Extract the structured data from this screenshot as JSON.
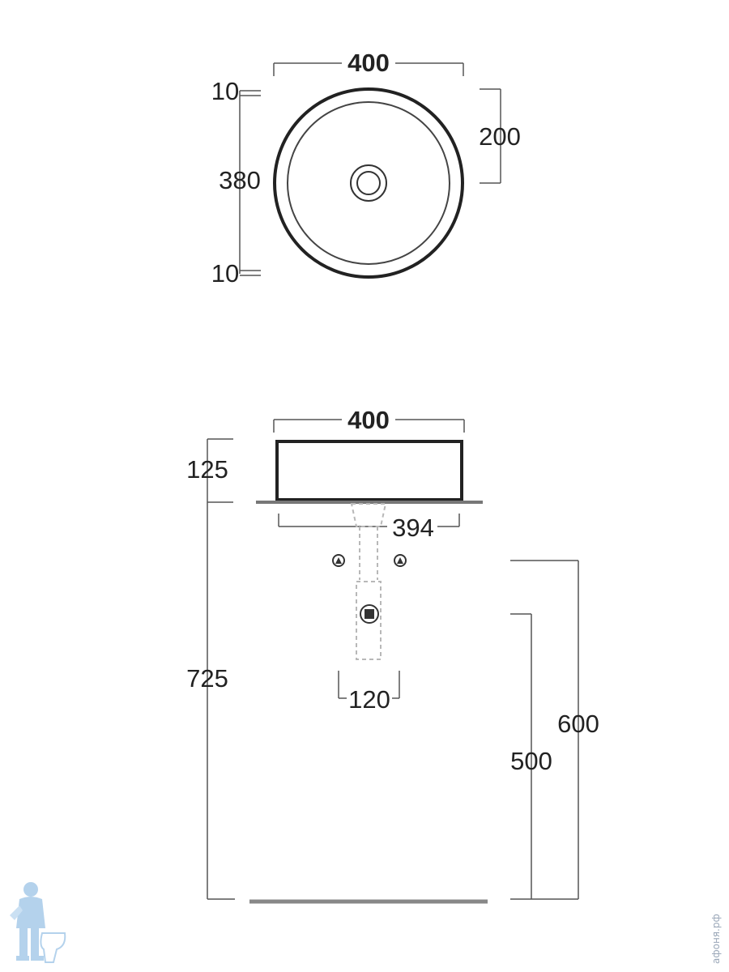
{
  "top_view": {
    "width": "400",
    "depth": "200",
    "inner_diameter": "380",
    "rim_top": "10",
    "rim_bottom": "10"
  },
  "front_view": {
    "width": "400",
    "height": "125",
    "base_width": "394",
    "overall_height": "725",
    "waste_spacing": "120",
    "outlet_height_upper": "600",
    "outlet_height_lower": "500"
  },
  "watermark": {
    "text": "афоня.рф",
    "mascot_icon": "plumber-icon"
  },
  "colors": {
    "line": "#333333",
    "hidden_line": "#b8b8b8",
    "floor": "#888888",
    "mascot": "#9cc3e6"
  }
}
